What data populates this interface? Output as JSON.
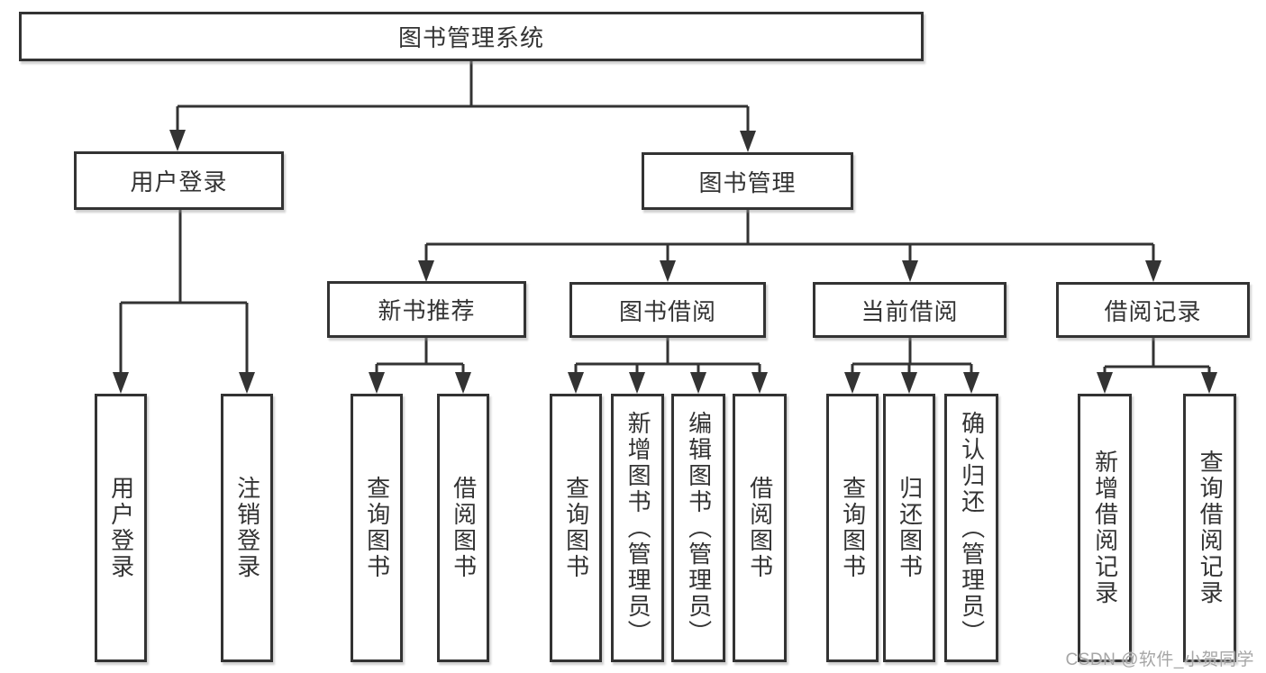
{
  "nodes": {
    "root": "图书管理系统",
    "level2": [
      "用户登录",
      "图书管理"
    ],
    "level3": [
      "新书推荐",
      "图书借阅",
      "当前借阅",
      "借阅记录"
    ],
    "leaves": {
      "user_login": [
        "用户登录",
        "注销登录"
      ],
      "new_book_recommend": [
        "查询图书",
        "借阅图书"
      ],
      "book_borrow": [
        "查询图书",
        "新增图书（管理员）",
        "编辑图书（管理员）",
        "借阅图书"
      ],
      "current_borrow": [
        "查询图书",
        "归还图书",
        "确认归还（管理员）"
      ],
      "borrow_records": [
        "新增借阅记录",
        "查询借阅记录"
      ]
    }
  },
  "watermark": "CSDN @软件_小贺同学",
  "colors": {
    "line": "#333333",
    "border": "#333333",
    "text": "#333333",
    "background": "#ffffff",
    "watermark": "#a6a6a6"
  }
}
